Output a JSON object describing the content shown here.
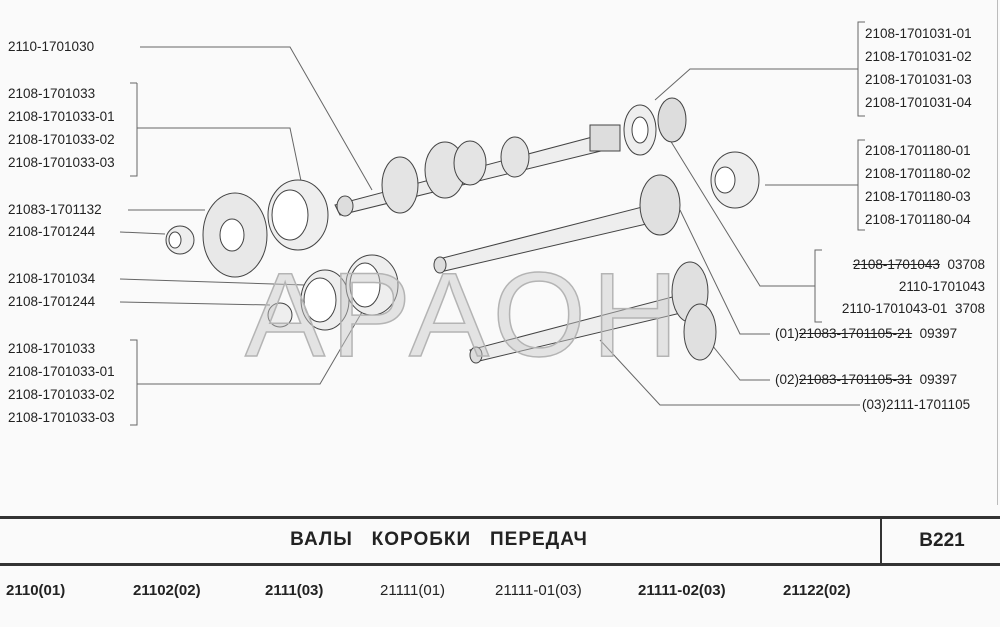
{
  "watermark": "АРАОН",
  "left_labels": {
    "shaft": "2110-1701030",
    "group_top": [
      "2108-1701033",
      "2108-1701033-01",
      "2108-1701033-02",
      "2108-1701033-03"
    ],
    "gear": "21083-1701132",
    "bush_top": "2108-1701244",
    "ring": "2108-1701034",
    "bush_bottom": "2108-1701244",
    "group_bottom": [
      "2108-1701033",
      "2108-1701033-01",
      "2108-1701033-02",
      "2108-1701033-03"
    ]
  },
  "right_labels": {
    "group_1701031": [
      "2108-1701031-01",
      "2108-1701031-02",
      "2108-1701031-03",
      "2108-1701031-04"
    ],
    "group_1701180": [
      "2108-1701180-01",
      "2108-1701180-02",
      "2108-1701180-03",
      "2108-1701180-04"
    ],
    "group_1701043": [
      {
        "part": "2108-1701043",
        "suffix": "03708"
      },
      {
        "part": "2110-1701043",
        "suffix": ""
      },
      {
        "part": "2110-1701043-01",
        "suffix": "3708"
      }
    ],
    "shaft_01": {
      "prefix": "(01)",
      "part": "21083-1701105-21",
      "suffix": "09397"
    },
    "shaft_02": {
      "prefix": "(02)",
      "part": "21083-1701105-31",
      "suffix": "09397"
    },
    "shaft_03": "(03)2111-1701105"
  },
  "footer": {
    "title": "ВАЛЫ   КОРОБКИ   ПЕРЕДАЧ",
    "code": "B221",
    "models": [
      "2110(01)",
      "21102(02)",
      "2111(03)",
      "21111(01)",
      "21111-01(03)",
      "21111-02(03)",
      "21122(02)"
    ]
  }
}
